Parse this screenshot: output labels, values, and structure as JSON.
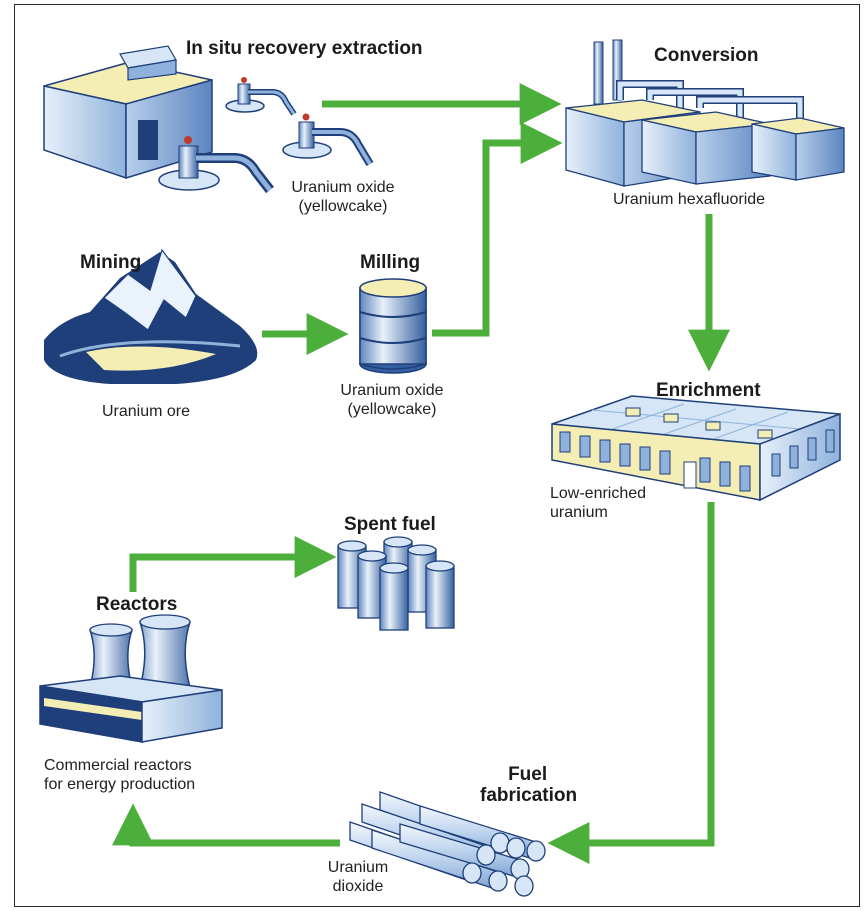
{
  "colors": {
    "arrow": "#4caf3c",
    "navy": "#1f3f7a",
    "steel_blue": "#8fb2dc",
    "light_blue": "#d6e6f6",
    "yellow": "#f5eeb4",
    "border": "#2a2a2a"
  },
  "stages": {
    "isr": {
      "title": "In situ recovery extraction",
      "product_line1": "Uranium oxide",
      "product_line2": "(yellowcake)"
    },
    "conversion": {
      "title": "Conversion",
      "product": "Uranium hexafluoride"
    },
    "mining": {
      "title": "Mining",
      "product": "Uranium ore"
    },
    "milling": {
      "title": "Milling",
      "product_line1": "Uranium oxide",
      "product_line2": "(yellowcake)"
    },
    "enrichment": {
      "title": "Enrichment",
      "product_line1": "Low-enriched",
      "product_line2": "uranium"
    },
    "spent_fuel": {
      "title": "Spent fuel"
    },
    "reactors": {
      "title": "Reactors",
      "product_line1": "Commercial reactors",
      "product_line2": "for energy production"
    },
    "fuel_fabrication": {
      "title_line1": "Fuel",
      "title_line2": "fabrication",
      "product_line1": "Uranium",
      "product_line2": "dioxide"
    }
  },
  "icons": [
    "isr-facility-icon",
    "wellhead-icon",
    "factory-icon",
    "mountain-icon",
    "drum-icon",
    "enrichment-plant-icon",
    "fuel-canisters-icon",
    "cooling-tower-reactor-icon",
    "fuel-rods-icon"
  ]
}
